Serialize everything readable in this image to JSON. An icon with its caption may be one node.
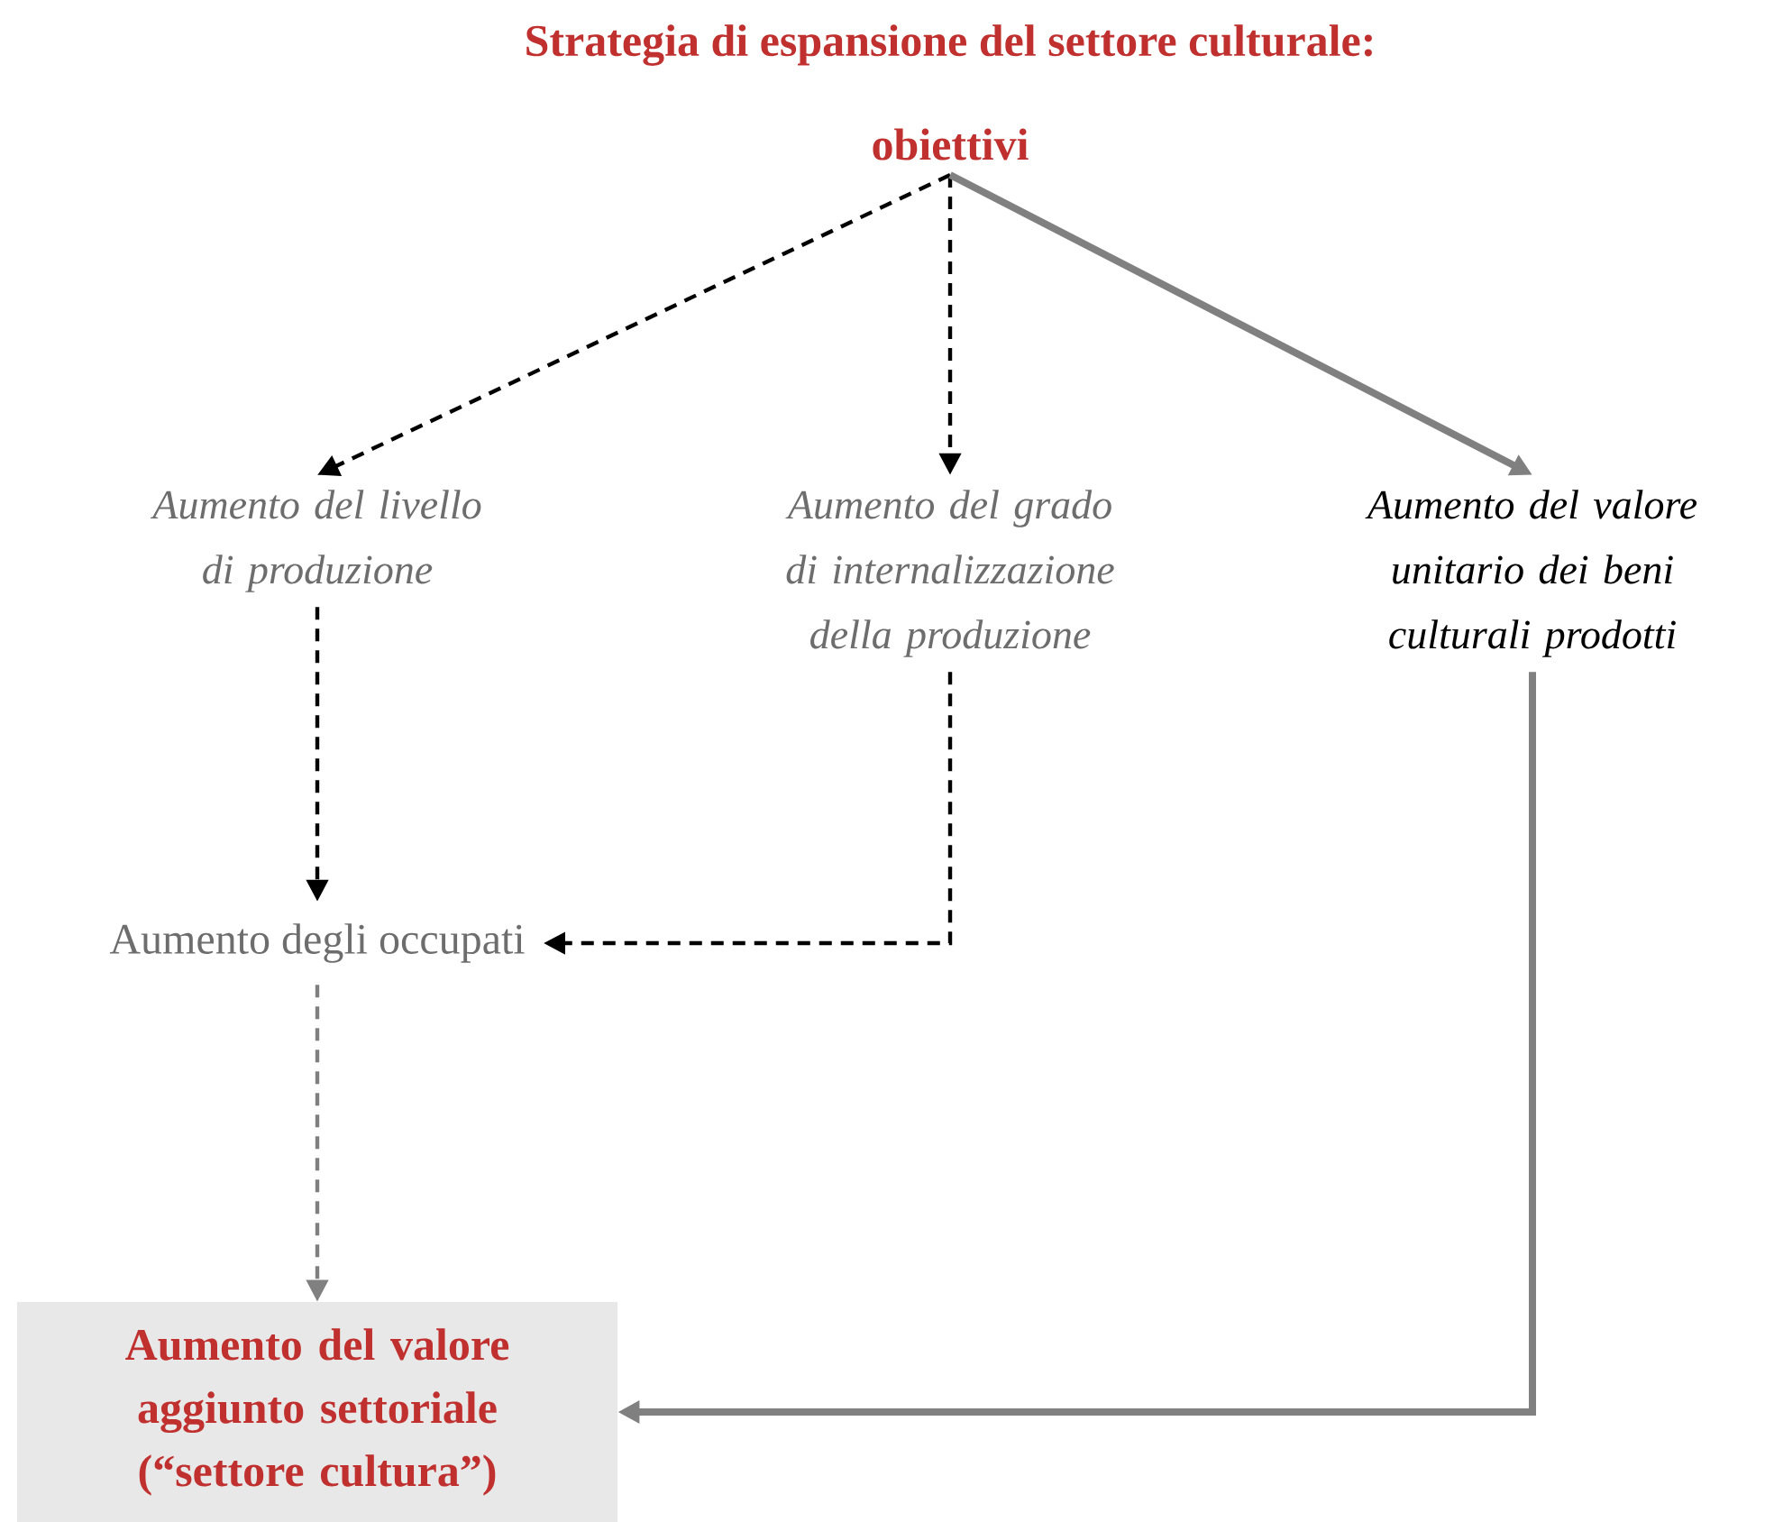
{
  "diagram": {
    "title": "Strategia di espansione del settore culturale:",
    "nodes": [
      {
        "text": [
          "obiettivi"
        ]
      },
      {
        "text": [
          "Aumento del livello di produzione"
        ]
      },
      {
        "text": [
          "Aumento del grado di internalizzazione della produzione"
        ]
      },
      {
        "text": [
          "Aumento del valore unitario dei beni culturali prodotti"
        ]
      },
      {
        "text": [
          "Aumento degli occupati"
        ]
      },
      {
        "text": [
          "Aumento del valore aggiunto settoriale (“settore cultura”)"
        ]
      }
    ],
    "edges": [
      {
        "from": 0,
        "to": 1,
        "arrow": "to",
        "style": "dashed"
      },
      {
        "from": 0,
        "to": 2,
        "arrow": "to",
        "style": "dashed"
      },
      {
        "from": 0,
        "to": 3,
        "arrow": "to",
        "style": "thick",
        "color": "#808080"
      },
      {
        "from": 1,
        "to": 4,
        "arrow": "to",
        "style": "dashed"
      },
      {
        "from": 2,
        "to": 4,
        "arrow": "to",
        "style": "dashed"
      },
      {
        "from": 4,
        "to": 5,
        "arrow": "to",
        "style": "dashed",
        "color": "#808080"
      },
      {
        "from": 3,
        "to": 5,
        "arrow": "to",
        "style": "thick",
        "color": "#808080"
      }
    ]
  }
}
